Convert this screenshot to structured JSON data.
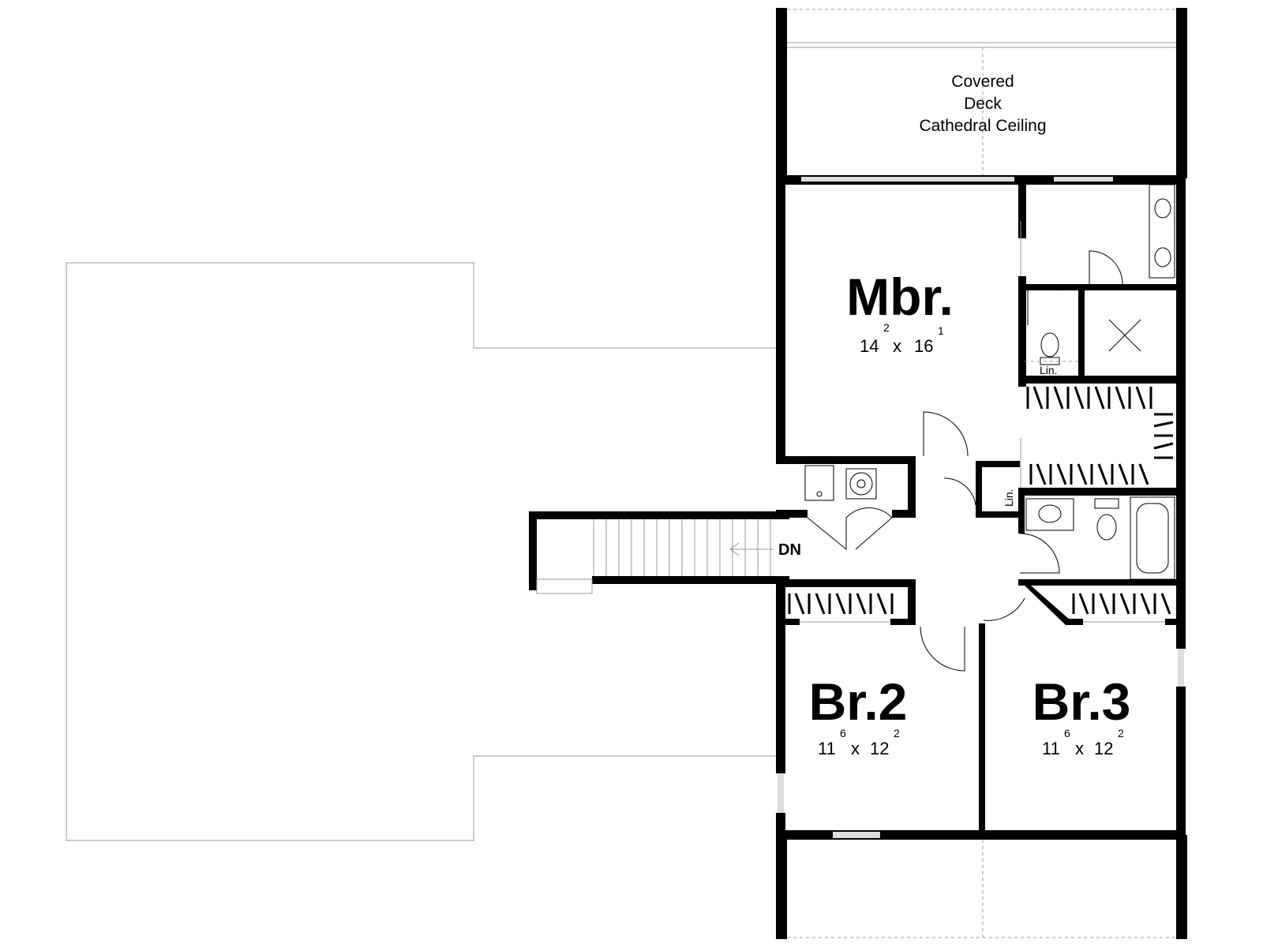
{
  "rooms": {
    "deck": {
      "line1": "Covered",
      "line2": "Deck",
      "line3": "Cathedral Ceiling"
    },
    "mbr": {
      "name": "Mbr.",
      "w": "14",
      "w_in": "2",
      "x": "x",
      "l": "16",
      "l_in": "1"
    },
    "br2": {
      "name": "Br.2",
      "w": "11",
      "w_in": "6",
      "x": "x",
      "l": "12",
      "l_in": "2"
    },
    "br3": {
      "name": "Br.3",
      "w": "11",
      "w_in": "6",
      "x": "x",
      "l": "12",
      "l_in": "2"
    },
    "lin_bath": {
      "label": "Lin."
    },
    "lin_hall": {
      "label": "Lin."
    }
  },
  "stairs": {
    "label": "DN"
  },
  "colors": {
    "wall": "#000000",
    "outline": "#9a9a9a",
    "background": "#ffffff"
  }
}
